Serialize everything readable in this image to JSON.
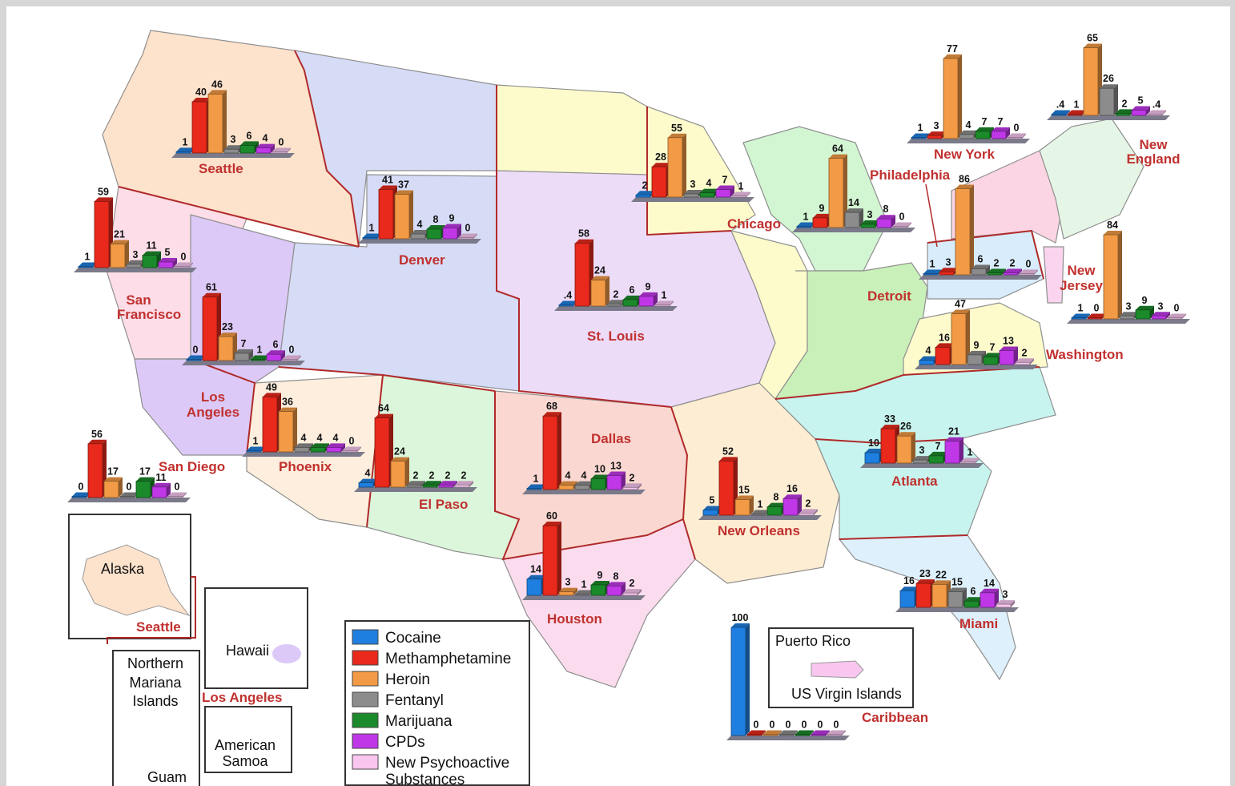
{
  "legend": [
    {
      "label": "Cocaine",
      "color": "#1f7fe0"
    },
    {
      "label": "Methamphetamine",
      "color": "#e8291c"
    },
    {
      "label": "Heroin",
      "color": "#f29a45"
    },
    {
      "label": "Fentanyl",
      "color": "#8c8c8c"
    },
    {
      "label": "Marijuana",
      "color": "#1b8a2a"
    },
    {
      "label": "CPDs",
      "color": "#c037e8"
    },
    {
      "label": "New Psychoactive Substances",
      "label_lines": [
        "New Psychoactive",
        "Substances"
      ],
      "color": "#f8c6ef"
    }
  ],
  "chart_data": {
    "type": "bar",
    "categories": [
      "Cocaine",
      "Methamphetamine",
      "Heroin",
      "Fentanyl",
      "Marijuana",
      "CPDs",
      "New Psychoactive Substances"
    ],
    "regions": [
      {
        "name": "Seattle",
        "labels": [
          "1",
          "40",
          "46",
          "3",
          "6",
          "4",
          "0"
        ],
        "values": [
          1,
          40,
          46,
          3,
          6,
          4,
          0
        ]
      },
      {
        "name": "San Francisco",
        "labels": [
          "1",
          "59",
          "21",
          "3",
          "11",
          "5",
          "0"
        ],
        "values": [
          1,
          59,
          21,
          3,
          11,
          5,
          0
        ]
      },
      {
        "name": "Los Angeles",
        "labels": [
          "0",
          "61",
          "23",
          "7",
          "1",
          "6",
          "0"
        ],
        "values": [
          0,
          61,
          23,
          7,
          1,
          6,
          0
        ]
      },
      {
        "name": "San Diego",
        "labels": [
          "0",
          "56",
          "17",
          "0",
          "17",
          "11",
          "0"
        ],
        "values": [
          0,
          56,
          17,
          0,
          17,
          11,
          0
        ]
      },
      {
        "name": "Phoenix",
        "labels": [
          "1",
          "49",
          "36",
          "4",
          "4",
          "4",
          "0"
        ],
        "values": [
          1,
          49,
          36,
          4,
          4,
          4,
          0
        ]
      },
      {
        "name": "Denver",
        "labels": [
          "1",
          "41",
          "37",
          "4",
          "8",
          "9",
          "0"
        ],
        "values": [
          1,
          41,
          37,
          4,
          8,
          9,
          0
        ]
      },
      {
        "name": "El Paso",
        "labels": [
          "4",
          "64",
          "24",
          "2",
          "2",
          "2",
          "2"
        ],
        "values": [
          4,
          64,
          24,
          2,
          2,
          2,
          2
        ]
      },
      {
        "name": "Dallas",
        "labels": [
          "1",
          "68",
          "4",
          "4",
          "10",
          "13",
          "2"
        ],
        "values": [
          1,
          68,
          4,
          4,
          10,
          13,
          2
        ]
      },
      {
        "name": "Houston",
        "labels": [
          "14",
          "60",
          "3",
          "1",
          "9",
          "8",
          "2"
        ],
        "values": [
          14,
          60,
          3,
          1,
          9,
          8,
          2
        ]
      },
      {
        "name": "St. Louis",
        "labels": [
          ".4",
          "58",
          "24",
          "2",
          "6",
          "9",
          "1"
        ],
        "values": [
          0.4,
          58,
          24,
          2,
          6,
          9,
          1
        ]
      },
      {
        "name": "Chicago",
        "labels": [
          "2",
          "28",
          "55",
          "3",
          "4",
          "7",
          "1"
        ],
        "values": [
          2,
          28,
          55,
          3,
          4,
          7,
          1
        ]
      },
      {
        "name": "New Orleans",
        "labels": [
          "5",
          "52",
          "15",
          "1",
          "8",
          "16",
          "2"
        ],
        "values": [
          5,
          52,
          15,
          1,
          8,
          16,
          2
        ]
      },
      {
        "name": "Detroit",
        "labels": [
          "1",
          "9",
          "64",
          "14",
          "3",
          "8",
          "0"
        ],
        "values": [
          1,
          9,
          64,
          14,
          3,
          8,
          0
        ]
      },
      {
        "name": "Atlanta",
        "labels": [
          "10",
          "33",
          "26",
          "3",
          "7",
          "21",
          "1"
        ],
        "values": [
          10,
          33,
          26,
          3,
          7,
          21,
          1
        ]
      },
      {
        "name": "Miami",
        "labels": [
          "16",
          "23",
          "22",
          "15",
          "6",
          "14",
          "3"
        ],
        "values": [
          16,
          23,
          22,
          15,
          6,
          14,
          3
        ]
      },
      {
        "name": "Philadelphia",
        "labels": [
          "1",
          "3",
          "86",
          "6",
          "2",
          "2",
          "0"
        ],
        "values": [
          1,
          3,
          86,
          6,
          2,
          2,
          0
        ]
      },
      {
        "name": "New York",
        "labels": [
          "1",
          "3",
          "77",
          "4",
          "7",
          "7",
          "0"
        ],
        "values": [
          1,
          3,
          77,
          4,
          7,
          7,
          0
        ]
      },
      {
        "name": "New England",
        "labels": [
          ".4",
          "1",
          "65",
          "26",
          "2",
          "5",
          ".4"
        ],
        "values": [
          0.4,
          1,
          65,
          26,
          2,
          5,
          0.4
        ]
      },
      {
        "name": "New Jersey",
        "labels": [
          "1",
          "0",
          "84",
          "3",
          "9",
          "3",
          "0"
        ],
        "values": [
          1,
          0,
          84,
          3,
          9,
          3,
          0
        ]
      },
      {
        "name": "Washington",
        "labels": [
          "4",
          "16",
          "47",
          "9",
          "7",
          "13",
          "2"
        ],
        "values": [
          4,
          16,
          47,
          9,
          7,
          13,
          2
        ]
      },
      {
        "name": "Caribbean",
        "labels": [
          "100",
          "0",
          "0",
          "0",
          "0",
          "0",
          "0"
        ],
        "values": [
          100,
          0,
          0,
          0,
          0,
          0,
          0
        ]
      }
    ]
  },
  "regions_text": {
    "seattle": "Seattle",
    "san_francisco": [
      "San",
      "Francisco"
    ],
    "los_angeles": [
      "Los",
      "Angeles"
    ],
    "san_diego": "San Diego",
    "phoenix": "Phoenix",
    "denver": "Denver",
    "el_paso": "El Paso",
    "dallas": "Dallas",
    "houston": "Houston",
    "st_louis": "St. Louis",
    "chicago": "Chicago",
    "new_orleans": "New Orleans",
    "detroit": "Detroit",
    "atlanta": "Atlanta",
    "miami": "Miami",
    "philadelphia": "Philadelphia",
    "new_york": "New York",
    "new_england": [
      "New",
      "England"
    ],
    "new_jersey": [
      "New",
      "Jersey"
    ],
    "washington": "Washington",
    "caribbean": "Caribbean"
  },
  "insets": {
    "alaska": {
      "title": "Alaska",
      "region": "Seattle"
    },
    "hawaii": {
      "title": "Hawaii",
      "region": "Los Angeles"
    },
    "northern_mariana": {
      "title_lines": [
        "Northern",
        "Mariana",
        "Islands"
      ],
      "sub": "Guam"
    },
    "american_samoa": {
      "title_lines": [
        "American",
        "Samoa"
      ]
    },
    "puerto_rico": {
      "title": "Puerto Rico",
      "sub": "US Virgin Islands"
    }
  }
}
